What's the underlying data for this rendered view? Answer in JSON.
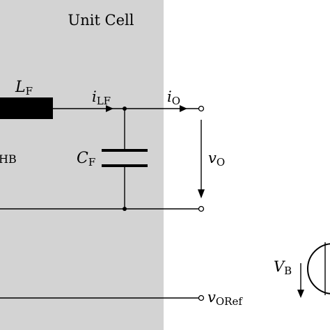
{
  "colors": {
    "cell_background": "#d3d3d3",
    "wire": "#000000",
    "page_background": "#ffffff"
  },
  "unit_cell": {
    "title": "Unit Cell"
  },
  "inductor": {
    "symbol": "L",
    "subscript": "F"
  },
  "inductor_current": {
    "symbol": "i",
    "subscript": "LF"
  },
  "output_current": {
    "symbol": "i",
    "subscript": "O"
  },
  "capacitor": {
    "symbol": "C",
    "subscript": "F"
  },
  "output_voltage": {
    "symbol": "v",
    "subscript": "O"
  },
  "partial_label": {
    "text": "HB"
  },
  "bias_voltage": {
    "symbol": "V",
    "subscript": "B"
  },
  "reference_voltage": {
    "symbol": "v",
    "subscript": "ORef"
  }
}
